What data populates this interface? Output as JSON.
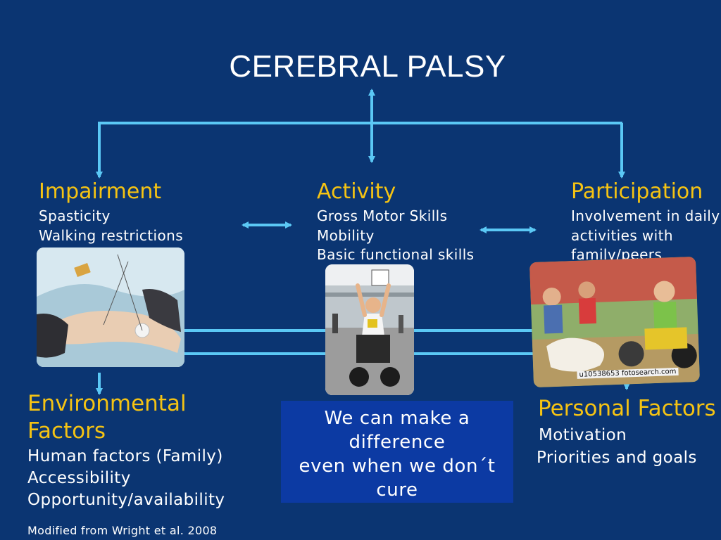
{
  "title": "CEREBRAL PALSY",
  "impairment": {
    "heading": "Impairment",
    "items": [
      "Spasticity",
      "Walking  restrictions"
    ]
  },
  "activity": {
    "heading": "Activity",
    "items": [
      "Gross Motor Skills",
      "Mobility",
      "Basic functional skills"
    ]
  },
  "participation": {
    "heading": "Participation",
    "items": [
      "Involvement in daily",
      "activities with",
      "family/peers"
    ]
  },
  "environmental": {
    "heading_lines": [
      "Environmental",
      "Factors"
    ],
    "items": [
      "Human factors (Family)",
      "Accessibility",
      "Opportunity/availability"
    ]
  },
  "personal": {
    "heading": "Personal Factors",
    "items": [
      "Motivation",
      "Priorities and goals"
    ]
  },
  "callout": {
    "lines": [
      "We can make a",
      "difference",
      "even when we don´t",
      "cure"
    ]
  },
  "photos": {
    "participation_watermark": "u10538653 fotosearch.com"
  },
  "credit": "Modified from Wright et al. 2008",
  "colors": {
    "background": "#0b3572",
    "heading": "#f5c313",
    "arrow": "#5bc8f5",
    "callout_bg": "#0c3aa3"
  }
}
